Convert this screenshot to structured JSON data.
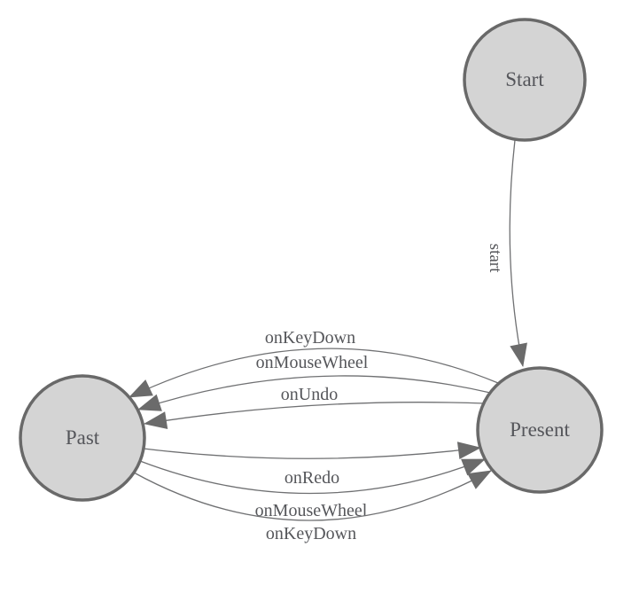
{
  "diagram": {
    "title": "undo-redo state diagram",
    "background_color": "#ffffff",
    "colors": {
      "node_fill": "#d4d4d4",
      "node_stroke": "#696969",
      "edge_stroke": "#6f7072",
      "arrowhead_fill": "#6b6b6b",
      "label_text": "#55565a"
    },
    "nodes": [
      {
        "id": "start",
        "label": "Start"
      },
      {
        "id": "present",
        "label": "Present"
      },
      {
        "id": "past",
        "label": "Past"
      }
    ],
    "edges": [
      {
        "from": "Start",
        "to": "Present",
        "label": "start"
      },
      {
        "from": "Present",
        "to": "Past",
        "label": "onKeyDown"
      },
      {
        "from": "Present",
        "to": "Past",
        "label": "onMouseWheel"
      },
      {
        "from": "Present",
        "to": "Past",
        "label": "onUndo"
      },
      {
        "from": "Past",
        "to": "Present",
        "label": "onRedo"
      },
      {
        "from": "Past",
        "to": "Present",
        "label": "onMouseWheel"
      },
      {
        "from": "Past",
        "to": "Present",
        "label": "onKeyDown"
      }
    ]
  }
}
